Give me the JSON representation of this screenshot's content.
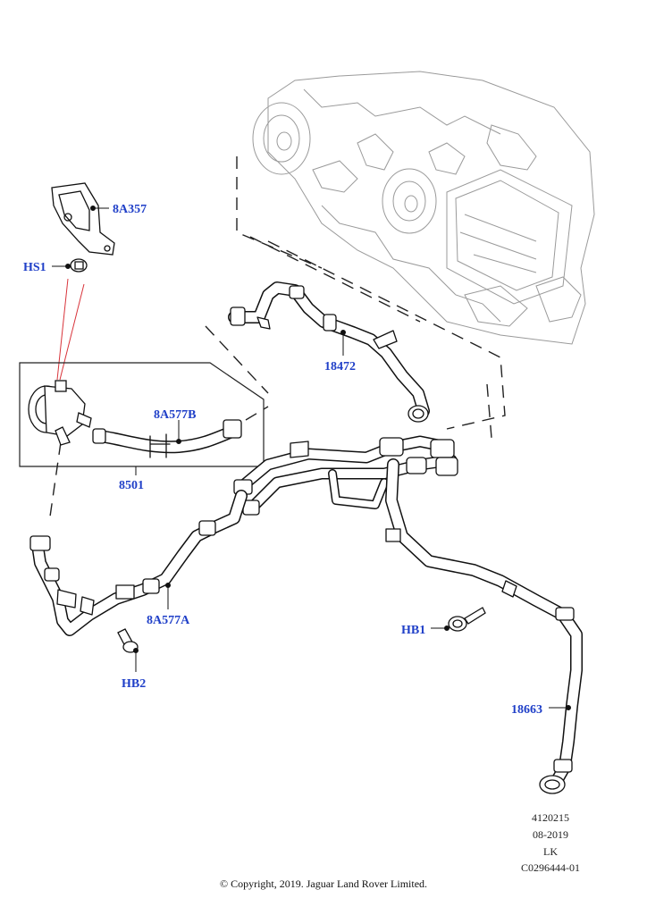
{
  "diagram": {
    "callouts": [
      {
        "id": "c1",
        "label": "8A357"
      },
      {
        "id": "c2",
        "label": "HS1"
      },
      {
        "id": "c3",
        "label": "18472"
      },
      {
        "id": "c4",
        "label": "8A577B"
      },
      {
        "id": "c5",
        "label": "8501"
      },
      {
        "id": "c6",
        "label": "8A577A"
      },
      {
        "id": "c7",
        "label": "HB2"
      },
      {
        "id": "c8",
        "label": "HB1"
      },
      {
        "id": "c9",
        "label": "18663"
      }
    ],
    "reference": {
      "number": "4120215",
      "date": "08-2019",
      "initials": "LK",
      "code": "C0296444-01"
    },
    "copyright": "© Copyright, 2019. Jaguar Land Rover Limited."
  }
}
